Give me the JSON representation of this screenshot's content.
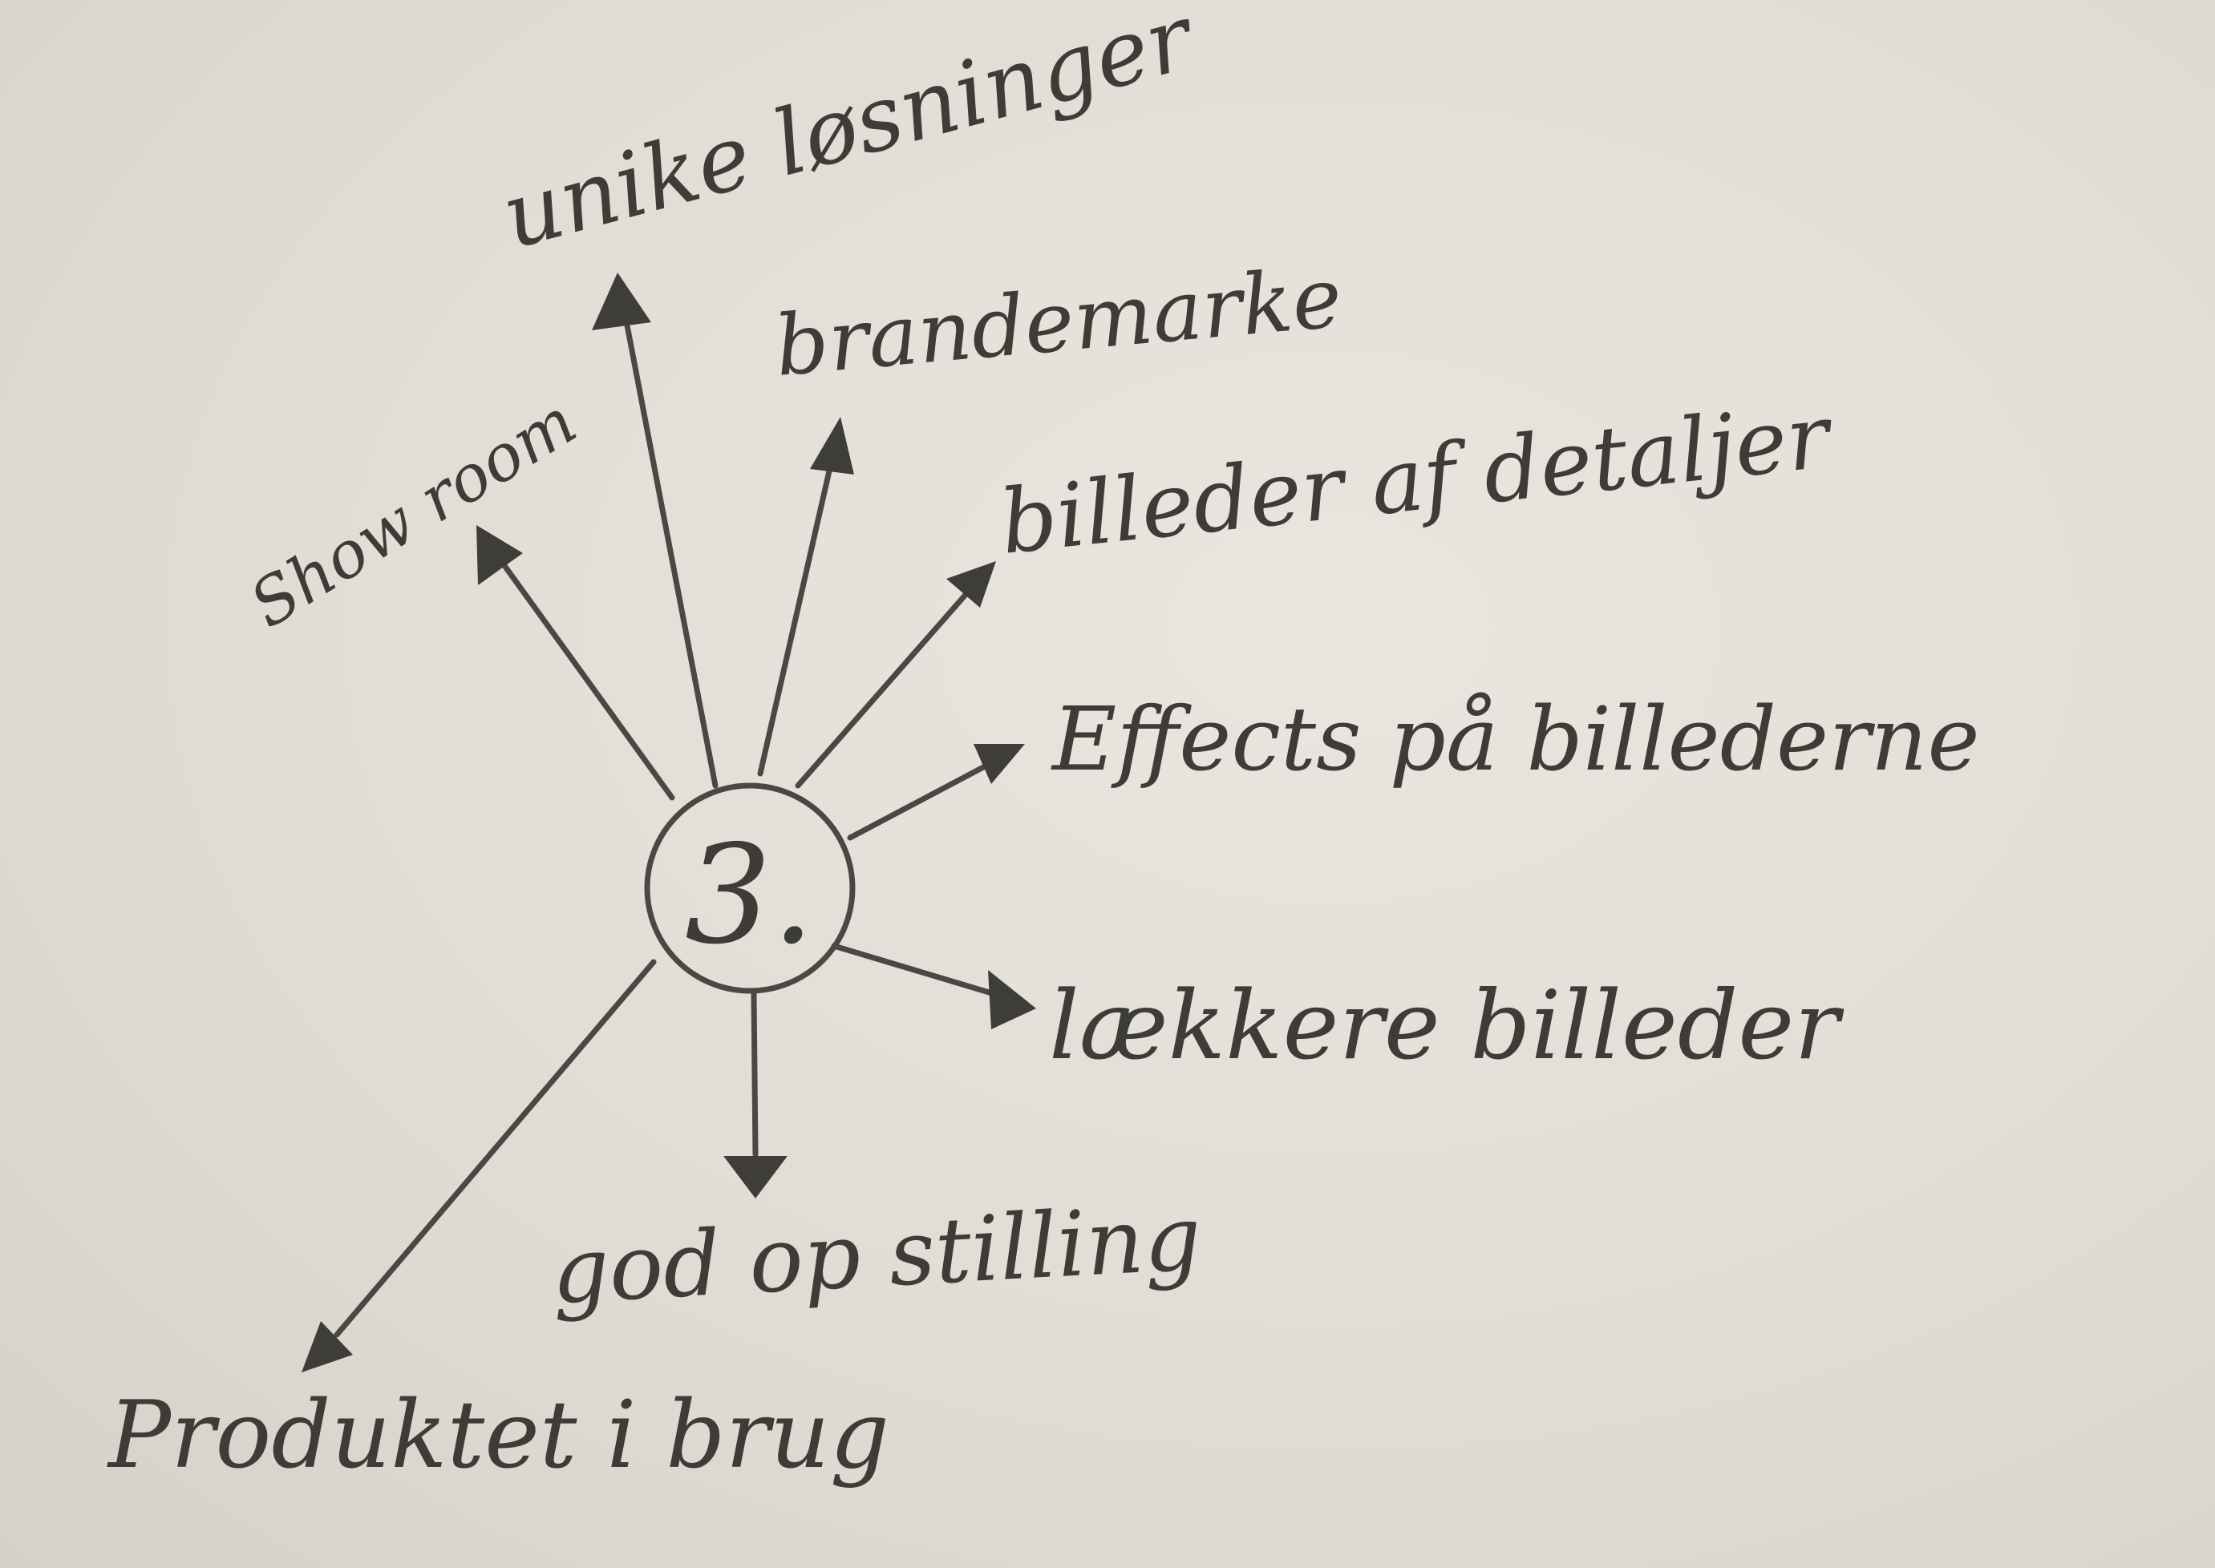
{
  "center": {
    "label": "3."
  },
  "branches": [
    {
      "id": "unike",
      "text": "unike løsninger"
    },
    {
      "id": "brand",
      "text": "brandemarke"
    },
    {
      "id": "showroom",
      "text": "Show room"
    },
    {
      "id": "detaljer",
      "text": "billeder af detaljer"
    },
    {
      "id": "effects",
      "text": "Effects på billederne"
    },
    {
      "id": "lakkere",
      "text": "lækkere billeder"
    },
    {
      "id": "opstilling",
      "text": "god op stilling"
    },
    {
      "id": "produktet",
      "text": "Produktet i brug"
    }
  ],
  "colors": {
    "paper": "#e4e0d8",
    "ink": "#3e3c39"
  }
}
